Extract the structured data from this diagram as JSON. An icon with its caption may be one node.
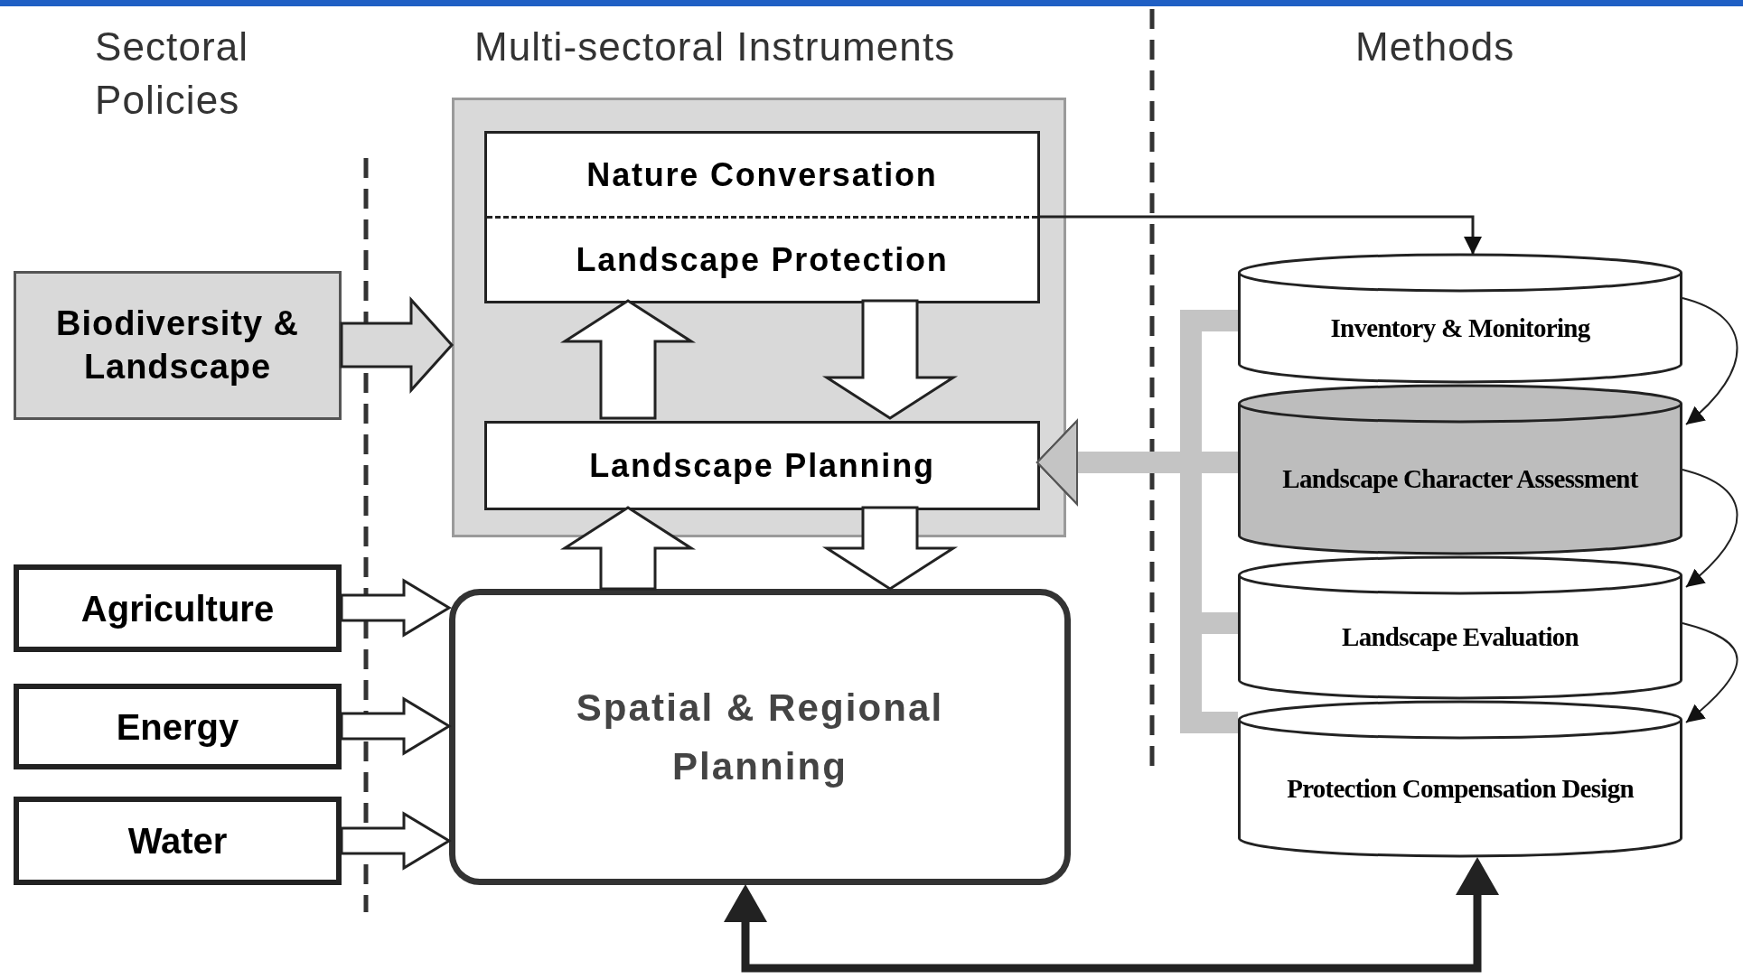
{
  "diagram": {
    "nodes": [
      {
        "text": [],
        "shape": "box"
      },
      {
        "text": [
          "Nature Conversation",
          "Landscape Protection"
        ],
        "in": 0
      },
      {
        "text": [
          "Landscape Planning"
        ],
        "in": 0
      },
      {
        "text": [
          "Biodiversity & Landscape"
        ]
      },
      {
        "text": [
          "Agriculture"
        ]
      },
      {
        "text": [
          "Energy"
        ]
      },
      {
        "text": [
          "Water"
        ]
      },
      {
        "text": [
          "Spatial & Regional Planning"
        ]
      },
      {
        "text": [
          "Inventory & Monitoring"
        ]
      },
      {
        "text": [
          "Landscape Character Assessment"
        ]
      },
      {
        "text": [
          "Landscape Evaluation"
        ]
      },
      {
        "text": [
          "Protection Compensation Design"
        ]
      }
    ],
    "edges": [
      {
        "from": 3,
        "to": 0,
        "arrow": "to",
        "style": "thick",
        "color": "#d9d9d9"
      },
      {
        "from": 2,
        "to": 1,
        "arrow": "to",
        "style": "thick"
      },
      {
        "from": 1,
        "to": 2,
        "arrow": "to",
        "style": "thick"
      },
      {
        "from": 7,
        "to": 2,
        "arrow": "to",
        "style": "thick"
      },
      {
        "from": 2,
        "to": 7,
        "arrow": "to",
        "style": "thick"
      },
      {
        "from": 4,
        "to": 7,
        "arrow": "to",
        "style": "thick"
      },
      {
        "from": 5,
        "to": 7,
        "arrow": "to",
        "style": "thick"
      },
      {
        "from": 6,
        "to": 7,
        "arrow": "to",
        "style": "thick"
      },
      {
        "from": 1,
        "to": 8,
        "arrow": "to"
      },
      {
        "from": 8,
        "to": 2,
        "arrow": "to",
        "style": "thick",
        "color": "#c4c4c4"
      },
      {
        "from": 9,
        "to": 2,
        "arrow": "to",
        "style": "thick",
        "color": "#c4c4c4"
      },
      {
        "from": 10,
        "to": 2,
        "arrow": "to",
        "style": "thick",
        "color": "#c4c4c4"
      },
      {
        "from": 11,
        "to": 2,
        "arrow": "to",
        "style": "thick",
        "color": "#c4c4c4"
      },
      {
        "from": 8,
        "to": 9,
        "arrow": "to"
      },
      {
        "from": 9,
        "to": 10,
        "arrow": "to"
      },
      {
        "from": 10,
        "to": 11,
        "arrow": "to"
      },
      {
        "from": 11,
        "to": 7,
        "arrow": "both"
      }
    ],
    "labels": [
      "Sectoral Policies",
      "Multi-sectoral Instruments",
      "Methods"
    ]
  }
}
